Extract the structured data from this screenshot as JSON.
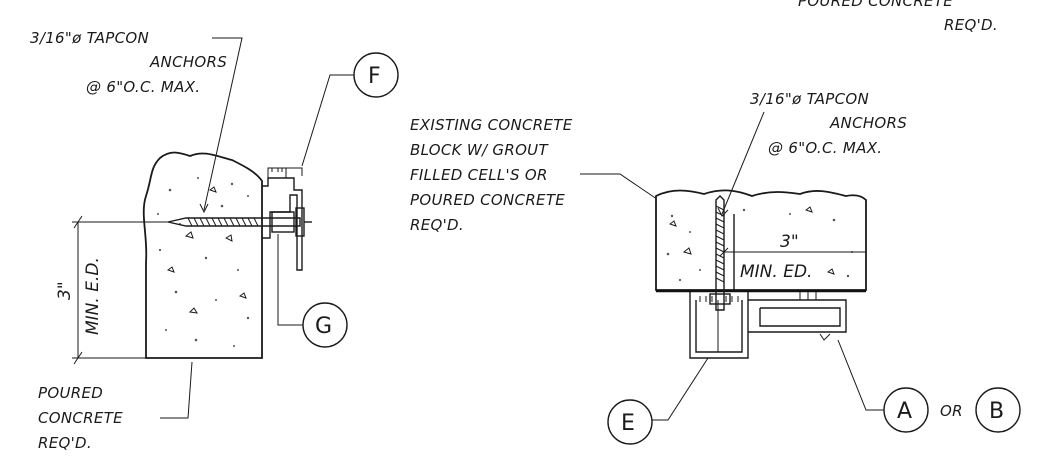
{
  "top_right_note": [
    "POURED CONCRETE",
    "REQ'D."
  ],
  "left_detail": {
    "anchor_note": [
      "3/16\"ø TAPCON",
      "ANCHORS",
      "@ 6\"O.C. MAX."
    ],
    "dimension": [
      "3\"",
      "MIN. E.D."
    ],
    "base_note": [
      "POURED",
      "CONCRETE",
      "REQ'D."
    ],
    "tag_f": "F",
    "tag_g": "G"
  },
  "middle_note": [
    "EXISTING CONCRETE",
    "BLOCK W/ GROUT",
    "FILLED CELL'S OR",
    "POURED CONCRETE",
    "REQ'D."
  ],
  "right_detail": {
    "anchor_note": [
      "3/16\"ø TAPCON",
      "ANCHORS",
      "@ 6\"O.C. MAX."
    ],
    "dimension": [
      "3\"",
      "MIN.  ED."
    ],
    "tag_e": "E",
    "tag_a": "A",
    "or_text": "OR",
    "tag_b": "B"
  }
}
